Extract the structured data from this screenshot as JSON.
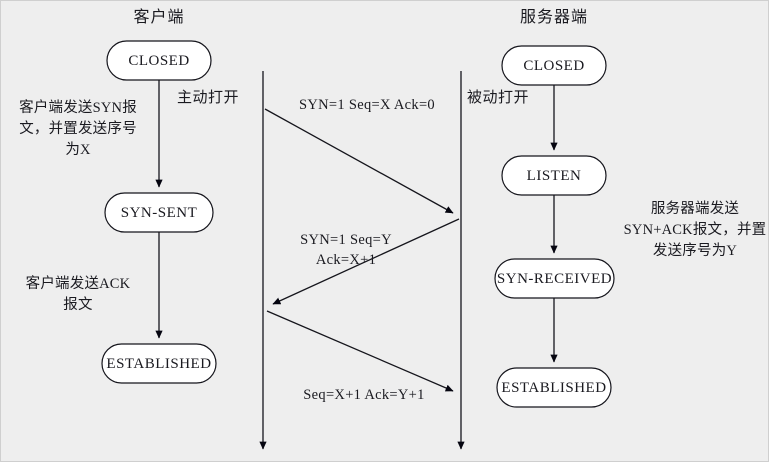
{
  "diagram": {
    "title_left": "客户端",
    "title_right": "服务器端",
    "background_color": "#eeeeee",
    "line_color": "#1a1a20",
    "box_fill": "#ffffff"
  },
  "client": {
    "states": [
      {
        "label": "CLOSED"
      },
      {
        "label": "SYN-SENT"
      },
      {
        "label": "ESTABLISHED"
      }
    ],
    "open_label": "主动打开",
    "notes": [
      {
        "lines": [
          "客户端发送SYN报",
          "文，并置发送序号",
          "为X"
        ]
      },
      {
        "lines": [
          "客户端发送ACK",
          "报文"
        ]
      }
    ]
  },
  "server": {
    "states": [
      {
        "label": "CLOSED"
      },
      {
        "label": "LISTEN"
      },
      {
        "label": "SYN-RECEIVED"
      },
      {
        "label": "ESTABLISHED"
      }
    ],
    "open_label": "被动打开",
    "notes": [
      {
        "lines": [
          "服务器端发送",
          "SYN+ACK报文，并置",
          "发送序号为Y"
        ]
      }
    ]
  },
  "messages": [
    {
      "name": "syn",
      "lines": [
        "SYN=1  Seq=X  Ack=0"
      ],
      "direction": "client-to-server"
    },
    {
      "name": "syn-ack",
      "lines": [
        "SYN=1  Seq=Y",
        "Ack=X+1"
      ],
      "direction": "server-to-client"
    },
    {
      "name": "ack",
      "lines": [
        "Seq=X+1  Ack=Y+1"
      ],
      "direction": "client-to-server"
    }
  ]
}
